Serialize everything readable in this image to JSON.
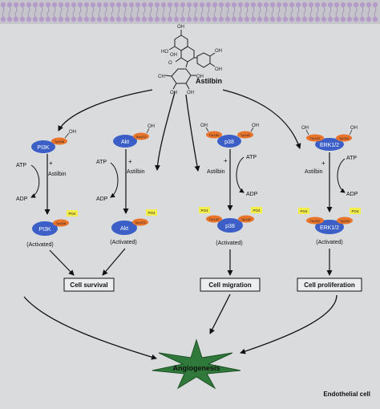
{
  "compound": {
    "name": "Astilbin"
  },
  "pathways": [
    {
      "enzyme": "PI3K",
      "site": "Tyr458",
      "oh": "OH",
      "atp": "ATP",
      "adp": "ADP",
      "plus": "+",
      "drug": "Astilbin",
      "phos": "PO4",
      "activated": "(Activated)"
    },
    {
      "enzyme": "Akt",
      "site": "Ser473",
      "oh": "OH",
      "atp": "ATP",
      "adp": "ADP",
      "plus": "+",
      "drug": "Astilbin",
      "phos": "PO4",
      "activated": "(Activated)"
    },
    {
      "enzyme": "p38",
      "sites": [
        "Thr180",
        "Tyr182"
      ],
      "oh": "OH",
      "atp": "ATP",
      "adp": "ADP",
      "plus": "+",
      "drug": "Astilbin",
      "phos": "PO4",
      "activated": "(Activated)"
    },
    {
      "enzyme": "ERK1/2",
      "sites": [
        "Thr202",
        "Tyr204"
      ],
      "oh": "OH",
      "atp": "ATP",
      "adp": "ADP",
      "plus": "+",
      "drug": "Astilbin",
      "phos": "PO4",
      "activated": "(Activated)"
    }
  ],
  "outcomes": [
    "Cell survival",
    "Cell migration",
    "Cell proliferation"
  ],
  "result": "Angiogenesis",
  "cell_label": "Endothelial cell",
  "colors": {
    "background": "#d9dbdd",
    "enzyme": "#3b5fc7",
    "site": "#e8742c",
    "phosphate": "#f3ee4a",
    "burst_fill": "#2f7a3a",
    "membrane": "#b49cc8"
  }
}
